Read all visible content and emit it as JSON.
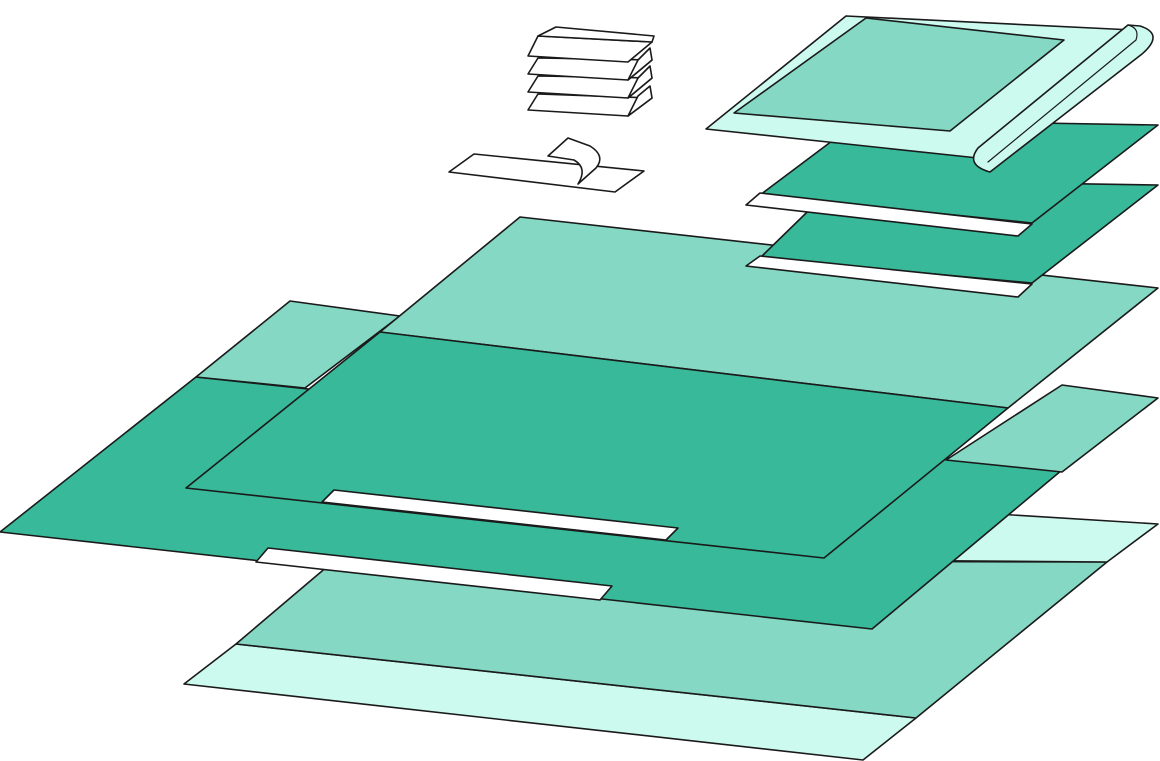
{
  "colors": {
    "light": "#84d8c4",
    "dark": "#37b99a",
    "pale": "#ccfaef",
    "paper": "#ffffff",
    "outline": "#1a1a1a"
  },
  "components": [
    {
      "id": "bottom-sheet",
      "icon": "layered-drape-sheet"
    },
    {
      "id": "frame-drape",
      "icon": "u-frame-drape"
    },
    {
      "id": "top-drape",
      "icon": "large-drape-with-adhesive-strip"
    },
    {
      "id": "small-drape-lower",
      "icon": "small-drape-with-tape"
    },
    {
      "id": "small-drape-upper",
      "icon": "small-drape-with-tape"
    },
    {
      "id": "rolled-towel",
      "icon": "rolled-towel"
    },
    {
      "id": "folded-towels",
      "icon": "stack-of-folded-towels"
    },
    {
      "id": "adhesive-tape",
      "icon": "adhesive-tape-strip"
    }
  ]
}
